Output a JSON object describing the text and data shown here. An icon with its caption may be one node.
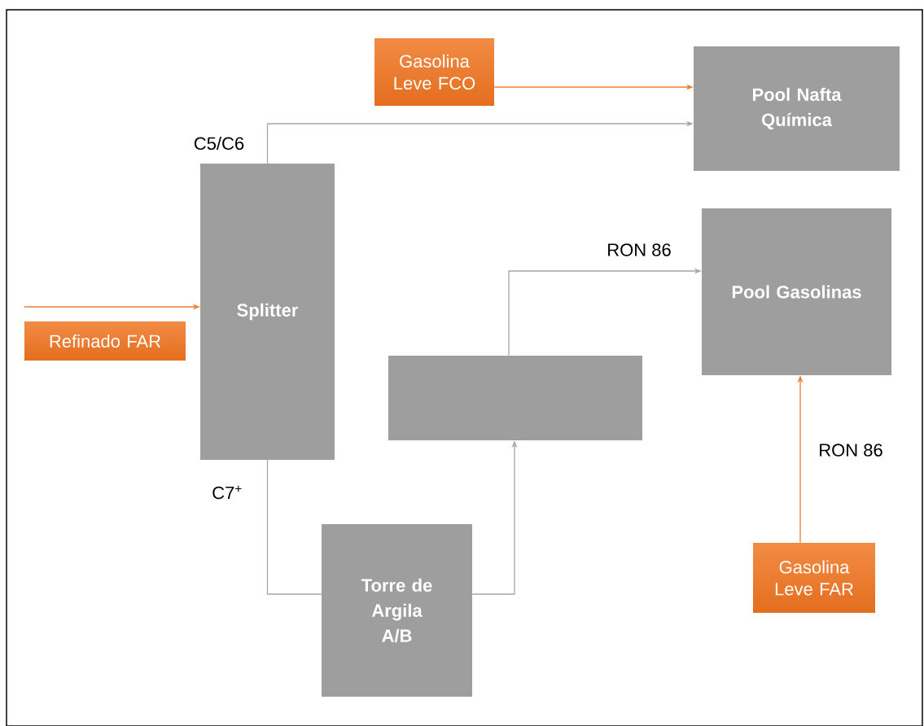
{
  "diagram": {
    "nodes": [
      {
        "text": [
          "Gasolina Leve FCO"
        ]
      },
      {
        "text": [
          "Pool Nafta Química"
        ]
      },
      {
        "text": [
          "Splitter"
        ]
      },
      {
        "text": [
          "Pool Gasolinas"
        ]
      },
      {
        "text": [
          "Refinado FAR"
        ]
      },
      {
        "text": [],
        "shape": "box"
      },
      {
        "text": [
          "Torre de Argila A/B"
        ]
      },
      {
        "text": [
          "Gasolina Leve FAR"
        ]
      }
    ],
    "edges": [
      {
        "from": 0,
        "to": 1,
        "arrow": "to",
        "color": "#ed7d31"
      },
      {
        "from": 2,
        "to": 1,
        "arrow": "to",
        "label": "C5/C6",
        "color": "#a6a6a6"
      },
      {
        "from": 4,
        "to": 2,
        "arrow": "to",
        "color": "#ed7d31"
      },
      {
        "from": 2,
        "to": 6,
        "arrow": "none",
        "label": "C7$^{+}$",
        "color": "#a6a6a6"
      },
      {
        "from": 6,
        "to": 5,
        "arrow": "to",
        "color": "#a6a6a6"
      },
      {
        "from": 5,
        "to": 3,
        "arrow": "to",
        "label": "RON 86",
        "color": "#a6a6a6"
      },
      {
        "from": 7,
        "to": 3,
        "arrow": "to",
        "label": "RON 86",
        "color": "#ed7d31"
      }
    ]
  }
}
